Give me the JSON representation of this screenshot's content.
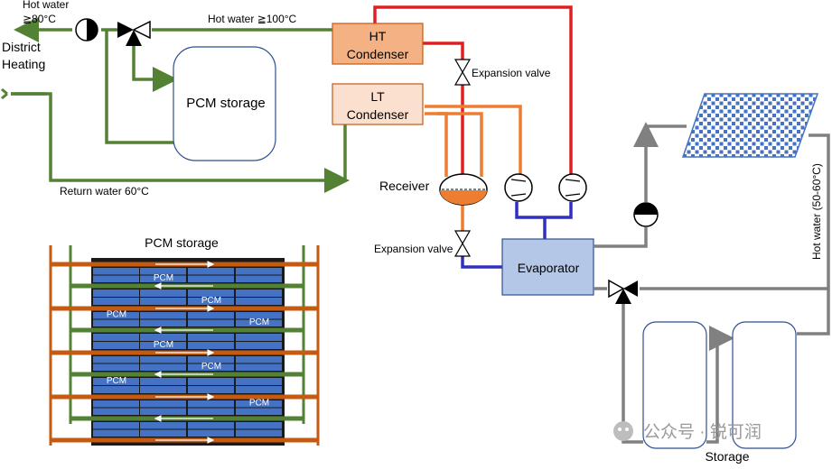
{
  "labels": {
    "hot_water_out_1": "Hot water",
    "hot_water_out_2": "≧80°C",
    "district_1": "District",
    "district_2": "Heating",
    "hot_water_100": "Hot water ≧100°C",
    "ht_1": "HT",
    "ht_2": "Condenser",
    "lt_1": "LT",
    "lt_2": "Condenser",
    "pcm_storage_top": "PCM storage",
    "return_water": "Return water 60°C",
    "expansion_valve_top": "Expansion valve",
    "receiver": "Receiver",
    "expansion_valve_bottom": "Expansion valve",
    "evaporator": "Evaporator",
    "hot_water_solar": "Hot water (50-60°C)",
    "storage": "Storage",
    "pcm_storage_detail_title": "PCM storage",
    "pcm_cell": "PCM",
    "watermark": "公众号 · 锐可润"
  },
  "colors": {
    "return_line": "#548235",
    "ht_refrigerant": "#e02020",
    "lt_refrigerant": "#ed7d31",
    "evaporator_loop": "#3030c0",
    "solar_loop": "#808080",
    "ht_box": "#f4b183",
    "lt_box": "#fbe0cf",
    "evaporator_box": "#b4c7e7",
    "pcm_block": "#4472c4",
    "pcm_orange_tube": "#c55a11",
    "pcm_green_tube": "#548235",
    "solar_panel": "#4472c4"
  }
}
